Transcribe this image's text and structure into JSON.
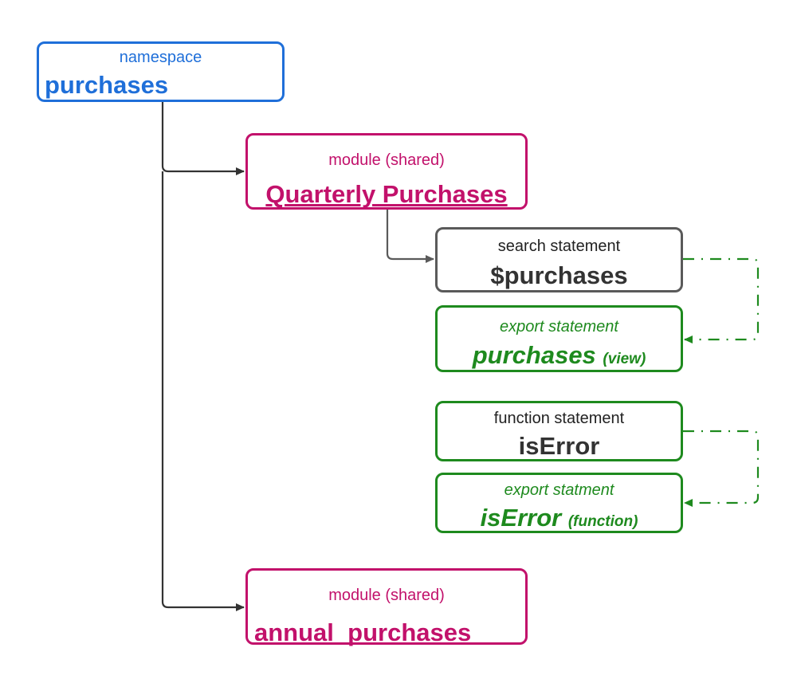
{
  "colors": {
    "namespace": "#1f6fd9",
    "module": "#c2116b",
    "search": "#5a5a5a",
    "export": "#1e8a1e",
    "connector": "#333333"
  },
  "nodes": {
    "namespace": {
      "kind": "namespace",
      "name": "purchases"
    },
    "module_quarterly": {
      "kind": "module (shared)",
      "name": "Quarterly Purchases"
    },
    "search": {
      "kind": "search statement",
      "name": "$purchases"
    },
    "export_view": {
      "kind": "export statement",
      "name": "purchases",
      "suffix": "(view)"
    },
    "function": {
      "kind": "function statement",
      "name": "isError"
    },
    "export_function": {
      "kind": "export statment",
      "name": "isError",
      "suffix": "(function)"
    },
    "module_annual": {
      "kind": "module (shared)",
      "name": "annual_purchases"
    }
  },
  "edges": [
    {
      "from": "namespace",
      "to": "module_quarterly",
      "style": "solid"
    },
    {
      "from": "namespace",
      "to": "module_annual",
      "style": "solid"
    },
    {
      "from": "module_quarterly",
      "to": "search",
      "style": "solid"
    },
    {
      "from": "search",
      "to": "export_view",
      "style": "dash-dot"
    },
    {
      "from": "function",
      "to": "export_function",
      "style": "dash-dot"
    }
  ]
}
